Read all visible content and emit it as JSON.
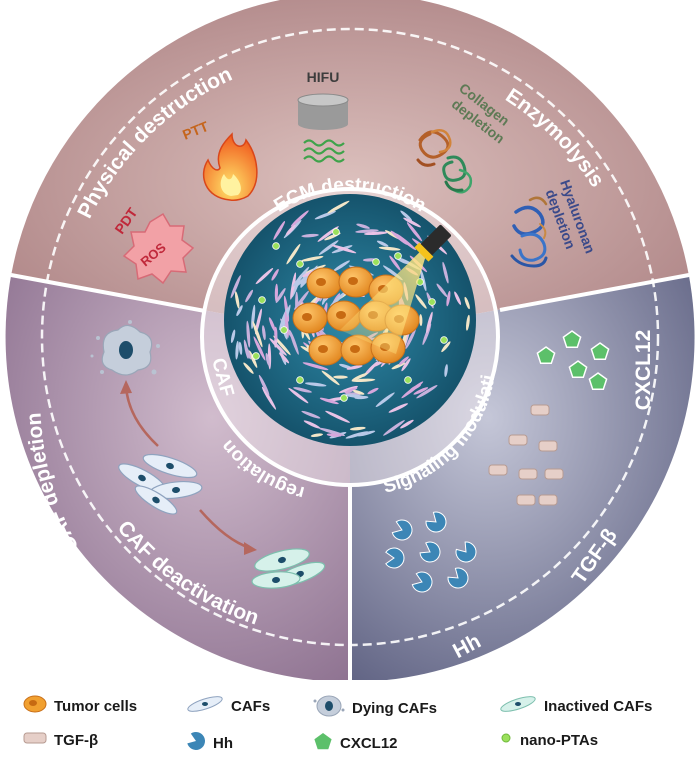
{
  "sectors": {
    "physical_destruction": "Physical  destruction",
    "enzymolysis": "Enzymolysis",
    "caf_depletion": "CAF depletion",
    "caf_deactivation": "CAF deactivation",
    "cxcl12": "CXCL12",
    "tgf_beta": "TGF-β",
    "hh": "Hh"
  },
  "inner": {
    "ecm_destruction": "ECM  destruction",
    "caf_regulation_1": "CAF",
    "caf_regulation_2": "regulation",
    "signaling_modulation": "Signaling modulation"
  },
  "physical_items": {
    "pdt": "PDT",
    "ros": "ROS",
    "ptt": "PTT",
    "hifu": "HIFU"
  },
  "enzyme_items": {
    "collagen_1": "Collagen",
    "collagen_2": "depletion",
    "hyaluronan_1": "Hyaluronan",
    "hyaluronan_2": "depletion"
  },
  "legend": [
    {
      "icon": "tumor-cell-icon",
      "label": "Tumor cells"
    },
    {
      "icon": "caf-icon",
      "label": "CAFs"
    },
    {
      "icon": "dying-caf-icon",
      "label": "Dying CAFs"
    },
    {
      "icon": "inactive-caf-icon",
      "label": "Inactived CAFs"
    },
    {
      "icon": "tgf-beta-icon",
      "label": "TGF-β"
    },
    {
      "icon": "hh-icon",
      "label": "Hh"
    },
    {
      "icon": "cxcl12-icon",
      "label": "CXCL12"
    },
    {
      "icon": "nano-pta-icon",
      "label": "nano-PTAs"
    }
  ],
  "colors": {
    "top_sector": "#b98b8c",
    "left_sector": "#9a7f9c",
    "right_sector": "#6e7291",
    "tumor": "#f1a030",
    "core": "#1f6f8c",
    "cxcl12": "#5cc06a",
    "nano_pta": "#9be05c"
  }
}
